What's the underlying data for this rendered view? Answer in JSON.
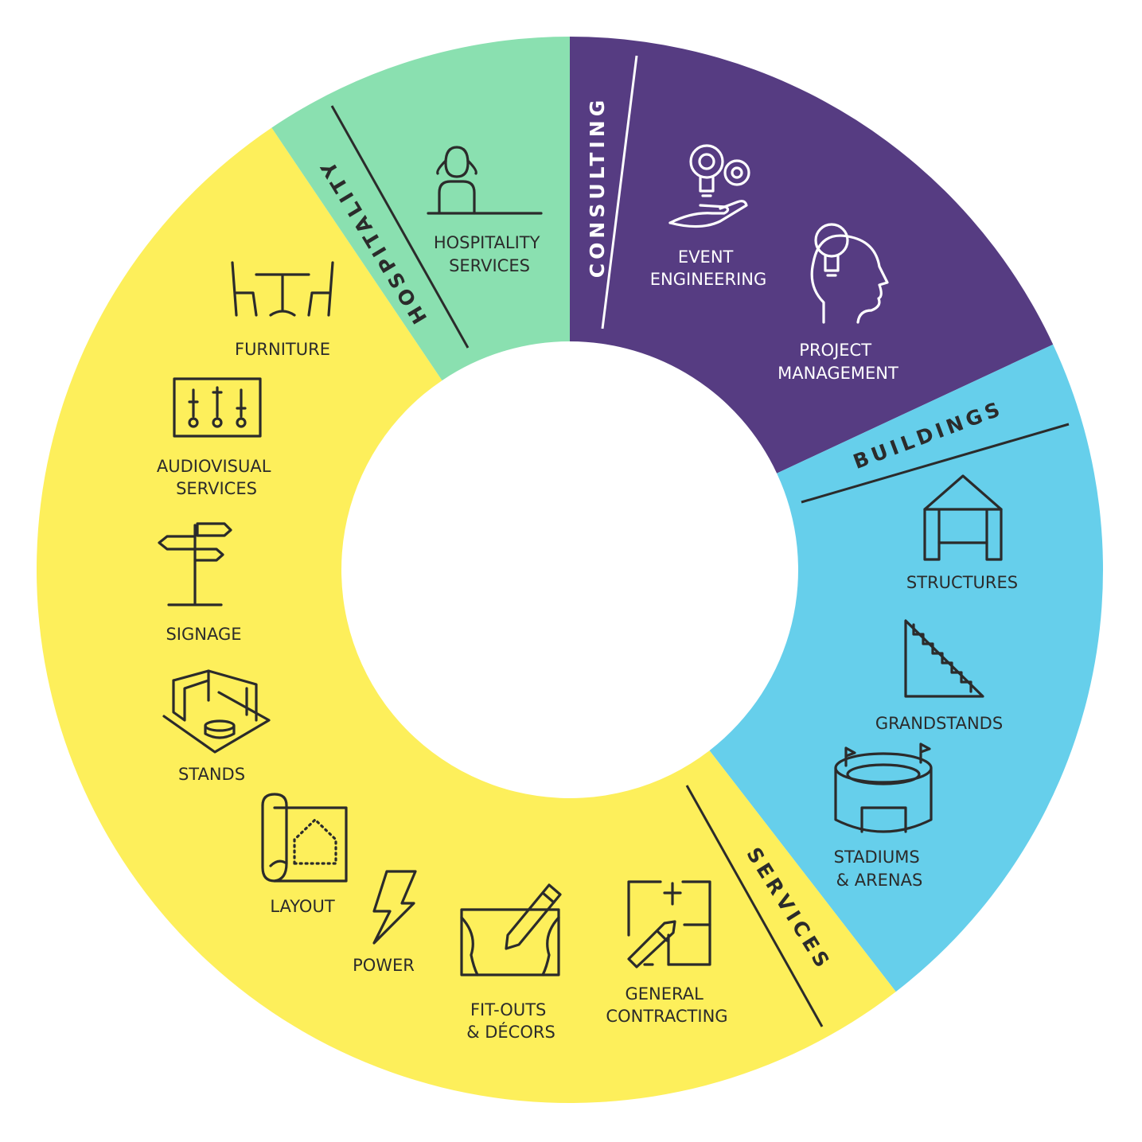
{
  "colors": {
    "consulting": "#563C82",
    "buildings": "#66CFEB",
    "services": "#FDEF5B",
    "hospitality": "#8AE0B0",
    "ink": "#2b2b2b"
  },
  "segments": {
    "consulting": {
      "title": "CONSULTING",
      "items": [
        {
          "lines": [
            "EVENT",
            "ENGINEERING"
          ],
          "icon": "gears-bulb-hand-icon"
        },
        {
          "lines": [
            "PROJECT",
            "MANAGEMENT"
          ],
          "icon": "head-bulb-icon"
        }
      ]
    },
    "buildings": {
      "title": "BUILDINGS",
      "items": [
        {
          "lines": [
            "STRUCTURES"
          ],
          "icon": "tent-structure-icon"
        },
        {
          "lines": [
            "GRANDSTANDS"
          ],
          "icon": "grandstand-steps-icon"
        },
        {
          "lines": [
            "STADIUMS",
            "& ARENAS"
          ],
          "icon": "stadium-icon"
        }
      ]
    },
    "services": {
      "title": "SERVICES",
      "items": [
        {
          "lines": [
            "FURNITURE"
          ],
          "icon": "table-chairs-icon"
        },
        {
          "lines": [
            "AUDIOVISUAL",
            "SERVICES"
          ],
          "icon": "mixer-sliders-icon"
        },
        {
          "lines": [
            "SIGNAGE"
          ],
          "icon": "signpost-icon"
        },
        {
          "lines": [
            "STANDS"
          ],
          "icon": "exhibition-stand-icon"
        },
        {
          "lines": [
            "LAYOUT"
          ],
          "icon": "blueprint-scroll-icon"
        },
        {
          "lines": [
            "POWER"
          ],
          "icon": "lightning-bolt-icon"
        },
        {
          "lines": [
            "FIT-OUTS",
            "& DÉCORS"
          ],
          "icon": "drawing-pencil-icon"
        },
        {
          "lines": [
            "GENERAL",
            "CONTRACTING"
          ],
          "icon": "floorplan-pencil-icon"
        }
      ]
    },
    "hospitality": {
      "title": "HOSPITALITY",
      "items": [
        {
          "lines": [
            "HOSPITALITY",
            "SERVICES"
          ],
          "icon": "receptionist-icon"
        }
      ]
    }
  }
}
